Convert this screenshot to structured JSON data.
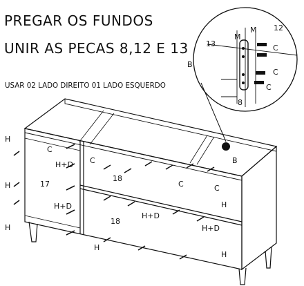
{
  "title_line1": "PREGAR OS FUNDOS",
  "title_line2": "UNIR AS PECAS 8,12 E 13",
  "note": "USAR 02 LADO DIREITO 01 LADO ESQUERDO",
  "callouts": {
    "nail_c": "C",
    "nail_h": "H",
    "nail_hd": "H+D",
    "bracket_m": "M",
    "part_8": "8",
    "part_12": "12",
    "part_13": "13",
    "edge_b": "B",
    "panel_17": "17",
    "panel_18": "18"
  }
}
